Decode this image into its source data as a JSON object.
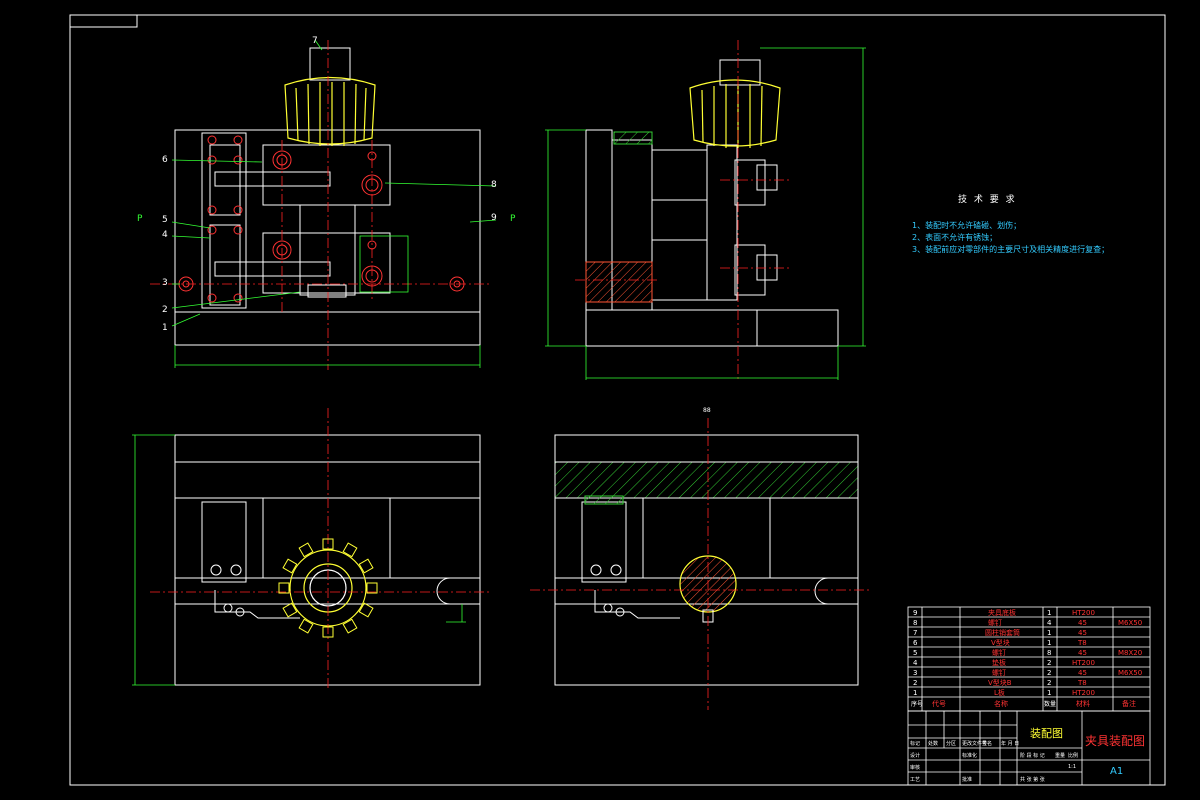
{
  "drawing": {
    "colors": {
      "background": "#000000",
      "border": "#ffffff",
      "part": "#ffffff",
      "knob": "#ffff33",
      "center_line": "#ff2222",
      "dimension": "#33ff33",
      "hole": "#ff3333",
      "text_cyan": "#33ccff",
      "hatch": "#33cc33"
    },
    "callouts": [
      "7",
      "6",
      "8",
      "5",
      "4",
      "3",
      "2",
      "1",
      "9"
    ],
    "section_marks": {
      "left": "P",
      "right": "P"
    },
    "tech_requirements": {
      "title": "技 术 要 求",
      "items": [
        "1、装配时不允许磕碰、划伤；",
        "2、表面不允许有锈蚀；",
        "3、装配前应对零部件的主要尺寸及相关精度进行复查；"
      ]
    },
    "bom": {
      "rows": [
        {
          "no": "9",
          "name": "夹具底板",
          "qty": "1",
          "material": "HT200",
          "note": ""
        },
        {
          "no": "8",
          "name": "螺钉",
          "qty": "4",
          "material": "45",
          "note": "M6X50"
        },
        {
          "no": "7",
          "name": "圆柱销套筒",
          "qty": "1",
          "material": "45",
          "note": ""
        },
        {
          "no": "6",
          "name": "V型块",
          "qty": "1",
          "material": "T8",
          "note": ""
        },
        {
          "no": "5",
          "name": "螺钉",
          "qty": "8",
          "material": "45",
          "note": "M8X20"
        },
        {
          "no": "4",
          "name": "垫板",
          "qty": "2",
          "material": "HT200",
          "note": ""
        },
        {
          "no": "3",
          "name": "螺钉",
          "qty": "2",
          "material": "45",
          "note": "M6X50"
        },
        {
          "no": "2",
          "name": "V型块B",
          "qty": "2",
          "material": "T8",
          "note": ""
        },
        {
          "no": "1",
          "name": "L板",
          "qty": "1",
          "material": "HT200",
          "note": ""
        }
      ],
      "header": {
        "no": "序号",
        "code": "代号",
        "name": "名称",
        "qty": "数量",
        "material": "材料",
        "note": "备注"
      }
    },
    "title_block": {
      "label": "装配图",
      "drawing_title": "夹具装配图",
      "sheet_size": "A1",
      "row1": [
        "标记",
        "处数",
        "分区",
        "更改文件号",
        "签名",
        "年 月 日"
      ],
      "roles": [
        "设计",
        "审核",
        "工艺"
      ],
      "roles2": [
        "标准化",
        "",
        "批准"
      ],
      "stage_label": "阶 段 标 记",
      "weight_label": "重量",
      "scale_label": "比例",
      "sheet_label": "共 张 第 张",
      "scale_val": "1:1"
    },
    "dim_mark": "88"
  }
}
